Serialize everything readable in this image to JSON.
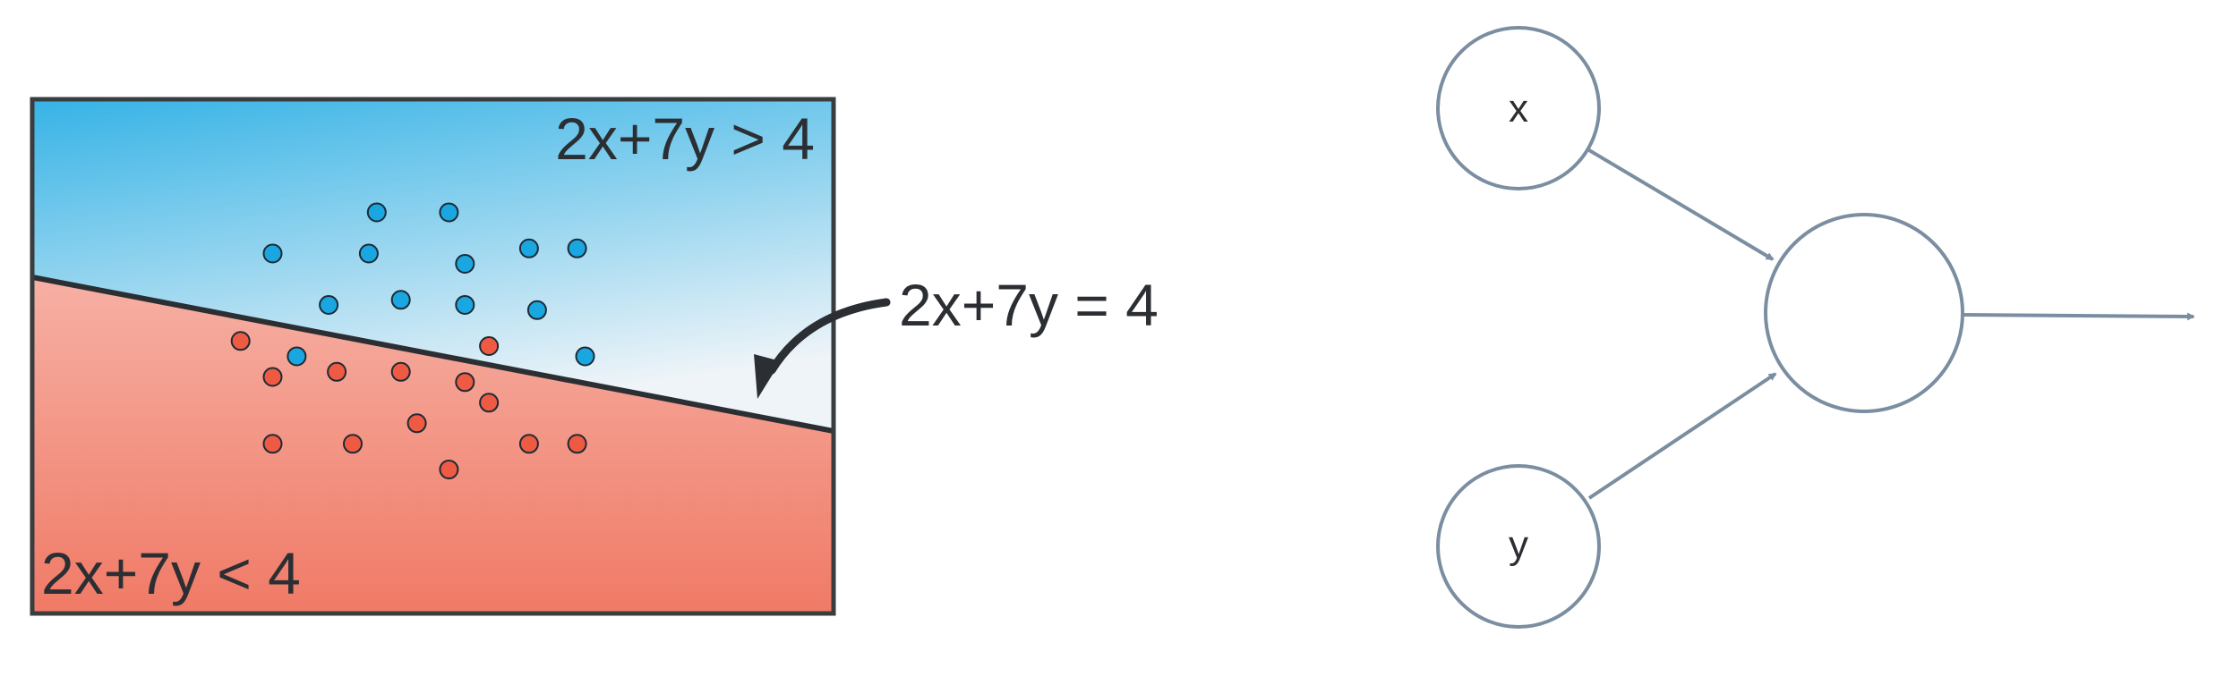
{
  "colors": {
    "upper_region_top": "#36b3e6",
    "upper_region_bottom": "#eef4f8",
    "lower_region_top": "#f6b0a4",
    "lower_region_bottom": "#f07a66",
    "frame": "#3a3d40",
    "boundary_line": "#2b2f33",
    "blue_point": "#1aa6e0",
    "red_point": "#ee5a42",
    "point_stroke": "#1c2a35",
    "network": "#7b8ea1",
    "text": "#2b2f33"
  },
  "plot": {
    "upper_label": "2x+7y > 4",
    "lower_label": "2x+7y < 4",
    "line_label": "2x+7y = 4",
    "blue_points": [
      [
        0.3,
        0.3
      ],
      [
        0.43,
        0.22
      ],
      [
        0.52,
        0.22
      ],
      [
        0.42,
        0.3
      ],
      [
        0.54,
        0.32
      ],
      [
        0.62,
        0.29
      ],
      [
        0.68,
        0.29
      ],
      [
        0.37,
        0.4
      ],
      [
        0.46,
        0.39
      ],
      [
        0.54,
        0.4
      ],
      [
        0.63,
        0.41
      ],
      [
        0.33,
        0.5
      ],
      [
        0.69,
        0.5
      ]
    ],
    "red_points": [
      [
        0.26,
        0.47
      ],
      [
        0.3,
        0.54
      ],
      [
        0.38,
        0.53
      ],
      [
        0.46,
        0.53
      ],
      [
        0.57,
        0.48
      ],
      [
        0.54,
        0.55
      ],
      [
        0.57,
        0.59
      ],
      [
        0.3,
        0.67
      ],
      [
        0.4,
        0.67
      ],
      [
        0.48,
        0.63
      ],
      [
        0.52,
        0.72
      ],
      [
        0.62,
        0.67
      ],
      [
        0.68,
        0.67
      ]
    ]
  },
  "network": {
    "input_nodes": [
      {
        "id": "x",
        "label": "x"
      },
      {
        "id": "y",
        "label": "y"
      }
    ],
    "output_node": {
      "id": "neuron",
      "label": ""
    }
  }
}
